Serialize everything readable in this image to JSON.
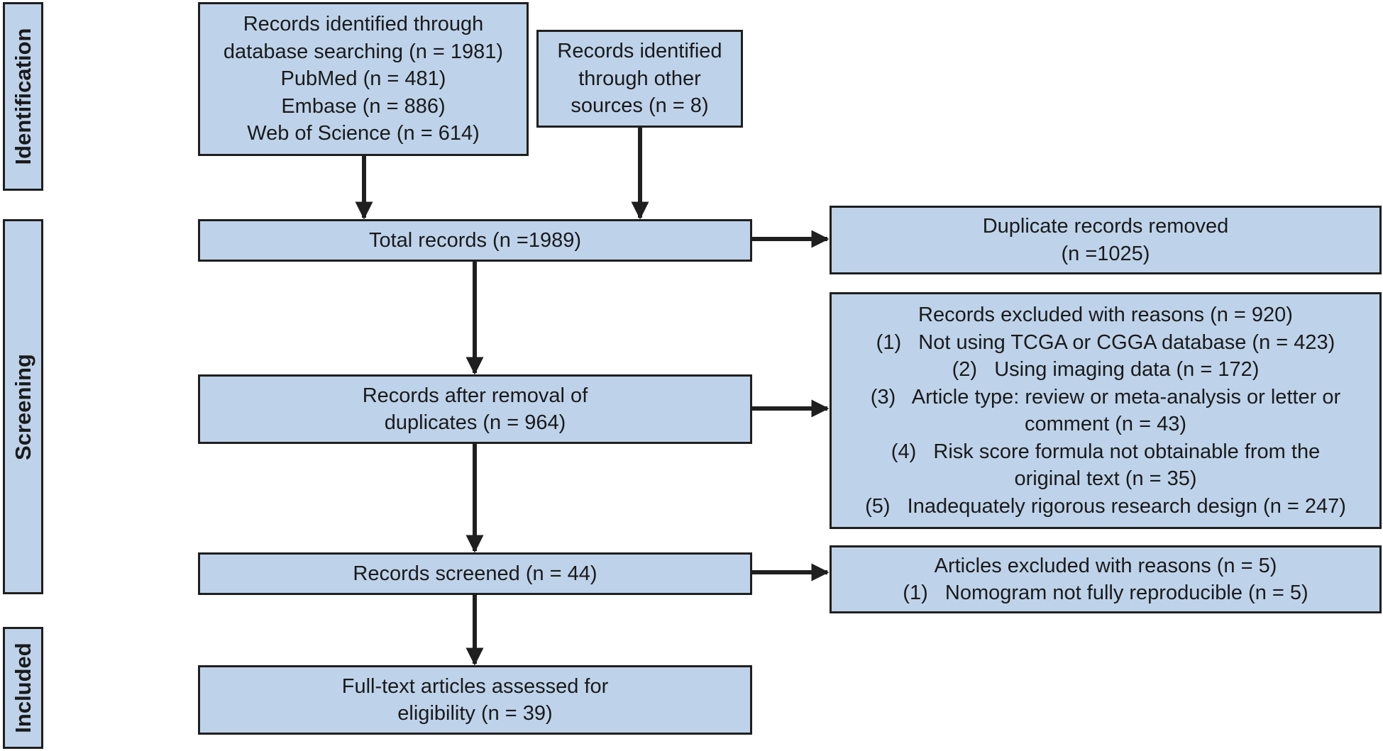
{
  "stages": {
    "identification": "Identification",
    "screening": "Screening",
    "included": "Included"
  },
  "boxes": {
    "database_search": {
      "lines": [
        "Records identified through",
        "database searching (n = 1981)",
        "PubMed (n = 481)",
        "Embase (n = 886)",
        "Web of Science (n = 614)"
      ]
    },
    "other_sources": {
      "lines": [
        "Records identified",
        "through other",
        "sources (n = 8)"
      ]
    },
    "total_records": {
      "lines": [
        "Total records (n =1989)"
      ]
    },
    "duplicates_removed": {
      "lines": [
        "Duplicate records removed",
        "(n =1025)"
      ]
    },
    "after_removal": {
      "lines": [
        "Records after removal of",
        "duplicates (n = 964)"
      ]
    },
    "records_excluded": {
      "lines": [
        "Records excluded with reasons (n = 920)",
        "(1)   Not using TCGA or CGGA database (n = 423)",
        "(2)   Using imaging data (n = 172)",
        "(3)   Article type: review or meta-analysis or letter or",
        "comment (n = 43)",
        "(4)   Risk score formula not obtainable from the",
        "original text (n = 35)",
        "(5)   Inadequately rigorous research design (n = 247)"
      ]
    },
    "records_screened": {
      "lines": [
        "Records screened (n = 44)"
      ]
    },
    "articles_excluded": {
      "lines": [
        "Articles excluded with reasons (n = 5)",
        "(1)   Nomogram not fully reproducible (n = 5)"
      ]
    },
    "full_text": {
      "lines": [
        "Full-text articles assessed for",
        "eligibility (n = 39)"
      ]
    }
  },
  "colors": {
    "box_fill": "#bed3ea",
    "border": "#1f1f1f",
    "arrow": "#1f1f1f"
  }
}
